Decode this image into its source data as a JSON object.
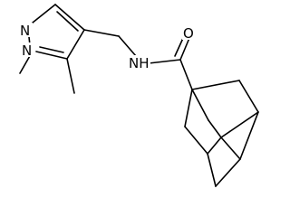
{
  "molecule": {
    "atoms": {
      "pyrazole_n2": "N",
      "pyrazole_n1": "N",
      "amide_n": "NH",
      "carbonyl_o": "O"
    }
  }
}
